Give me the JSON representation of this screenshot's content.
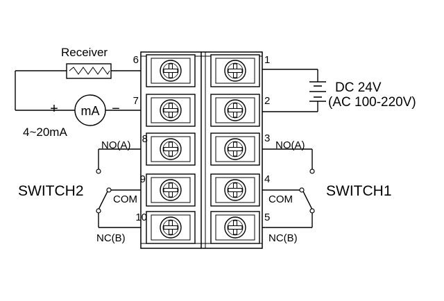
{
  "labels": {
    "receiver": "Receiver",
    "ammeter": "mA",
    "plus": "+",
    "minus": "−",
    "range": "4~20mA",
    "power_line1": "DC 24V",
    "power_line2": "(AC 100-220V)",
    "switch1": "SWITCH1",
    "switch2": "SWITCH2",
    "no_right": "NO(A)",
    "com_right": "COM",
    "nc_right": "NC(B)",
    "no_left": "NO(A)",
    "com_left": "COM",
    "nc_left": "NC(B)"
  },
  "terminals": {
    "left": [
      "6",
      "7",
      "8",
      "9",
      "10"
    ],
    "right": [
      "1",
      "2",
      "3",
      "4",
      "5"
    ]
  }
}
